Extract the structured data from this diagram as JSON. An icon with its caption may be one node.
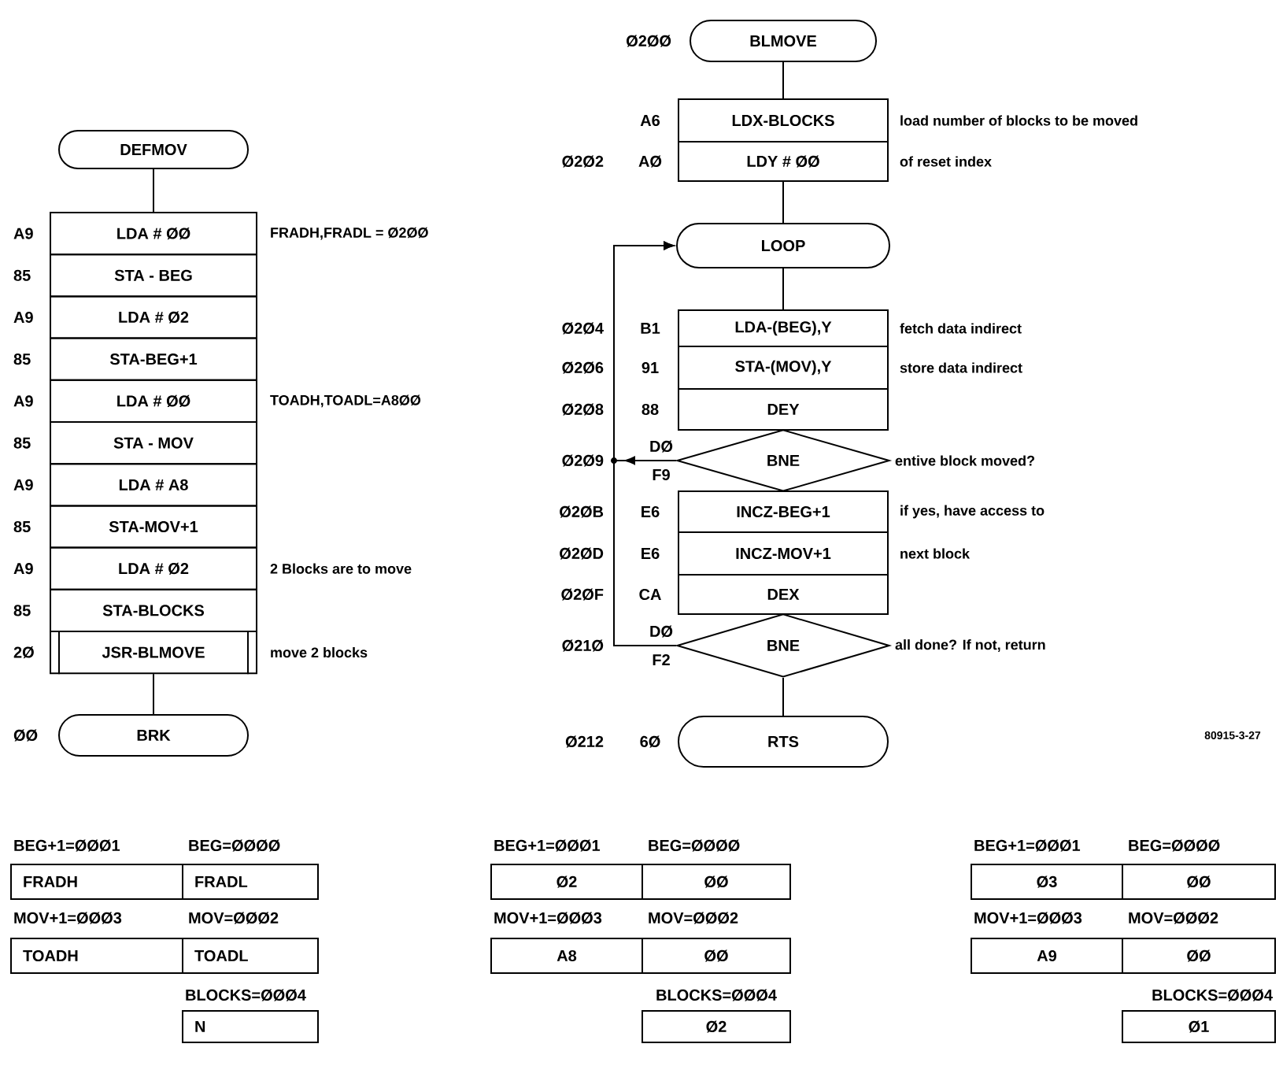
{
  "diagram": {
    "nodes": [
      {
        "text": [
          "DEFMOV"
        ]
      },
      {
        "text": [
          "LDA # ØØ"
        ],
        "beside": [
          "A9",
          "FRADH,FRADL = Ø2ØØ"
        ]
      },
      {
        "text": [
          "STA - BEG"
        ],
        "beside": [
          "85"
        ]
      },
      {
        "text": [
          "LDA # Ø2"
        ],
        "beside": [
          "A9"
        ]
      },
      {
        "text": [
          "STA-BEG+1"
        ],
        "beside": [
          "85"
        ]
      },
      {
        "text": [
          "LDA # ØØ"
        ],
        "beside": [
          "A9",
          "TOADH,TOADL=A8ØØ"
        ]
      },
      {
        "text": [
          "STA - MOV"
        ],
        "beside": [
          "85"
        ]
      },
      {
        "text": [
          "LDA # A8"
        ],
        "beside": [
          "A9"
        ]
      },
      {
        "text": [
          "STA-MOV+1"
        ],
        "beside": [
          "85"
        ]
      },
      {
        "text": [
          "LDA # Ø2"
        ],
        "beside": [
          "A9",
          "2 Blocks are to move"
        ]
      },
      {
        "text": [
          "STA-BLOCKS"
        ],
        "beside": [
          "85"
        ]
      },
      {
        "text": [
          "JSR-BLMOVE"
        ],
        "beside": [
          "2Ø",
          "move 2 blocks"
        ]
      },
      {
        "text": [
          "BRK"
        ],
        "beside": [
          "ØØ"
        ]
      },
      {
        "text": [
          "BLMOVE"
        ],
        "beside": [
          "Ø2ØØ"
        ]
      },
      {
        "text": [
          "LDX-BLOCKS"
        ],
        "beside": [
          "A6",
          "load number of blocks to be moved"
        ]
      },
      {
        "text": [
          "LDY # ØØ"
        ],
        "beside": [
          "Ø2Ø2",
          "AØ",
          "of reset index"
        ]
      },
      {
        "text": [
          "LOOP"
        ]
      },
      {
        "text": [
          "LDA-(BEG),Y"
        ],
        "beside": [
          "Ø2Ø4",
          "B1",
          "fetch data indirect"
        ]
      },
      {
        "text": [
          "STA-(MOV),Y"
        ],
        "beside": [
          "Ø2Ø6",
          "91",
          "store data indirect"
        ]
      },
      {
        "text": [
          "DEY"
        ],
        "beside": [
          "Ø2Ø8",
          "88"
        ]
      },
      {
        "text": [
          "BNE"
        ],
        "beside": [
          "Ø2Ø9",
          "DØ",
          "F9",
          "entive block moved?"
        ]
      },
      {
        "text": [
          "INCZ-BEG+1"
        ],
        "beside": [
          "Ø2ØB",
          "E6",
          "if yes, have access to"
        ]
      },
      {
        "text": [
          "INCZ-MOV+1"
        ],
        "beside": [
          "Ø2ØD",
          "E6",
          "next block"
        ]
      },
      {
        "text": [
          "DEX"
        ],
        "beside": [
          "Ø2ØF",
          "CA"
        ]
      },
      {
        "text": [
          "BNE"
        ],
        "beside": [
          "Ø21Ø",
          "DØ",
          "F2",
          "all done? If not, return"
        ]
      },
      {
        "text": [
          "RTS"
        ],
        "beside": [
          "Ø212",
          "6Ø"
        ]
      }
    ],
    "edges": [
      {
        "from": 0,
        "to": 1,
        "arrow": "none"
      },
      {
        "from": 11,
        "to": 12,
        "arrow": "none"
      },
      {
        "from": 13,
        "to": 14,
        "arrow": "none"
      },
      {
        "from": 15,
        "to": 16,
        "arrow": "none"
      },
      {
        "from": 16,
        "to": 17,
        "arrow": "none"
      },
      {
        "from": 20,
        "to": 16,
        "arrow": "to"
      },
      {
        "from": 24,
        "to": 16,
        "arrow": "to"
      },
      {
        "from": 24,
        "to": 25,
        "arrow": "none"
      }
    ],
    "labels": [
      "80915-3-27",
      "BEG+1=ØØØ1",
      "BEG=ØØØØ",
      "BEG+1=ØØØ1",
      "BEG=ØØØØ",
      "BEG+1=ØØØ1",
      "BEG=ØØØØ",
      "FRADH",
      "FRADL",
      "Ø2",
      "ØØ",
      "Ø3",
      "ØØ",
      "MOV+1=ØØØ3",
      "MOV=ØØØ2",
      "MOV+1=ØØØ3",
      "MOV=ØØØ2",
      "MOV+1=ØØØ3",
      "MOV=ØØØ2",
      "TOADH",
      "TOADL",
      "A8",
      "ØØ",
      "A9",
      "ØØ",
      "BLOCKS=ØØØ4",
      "BLOCKS=ØØØ4",
      "BLOCKS=ØØØ4",
      "N",
      "Ø2",
      "Ø1"
    ]
  }
}
